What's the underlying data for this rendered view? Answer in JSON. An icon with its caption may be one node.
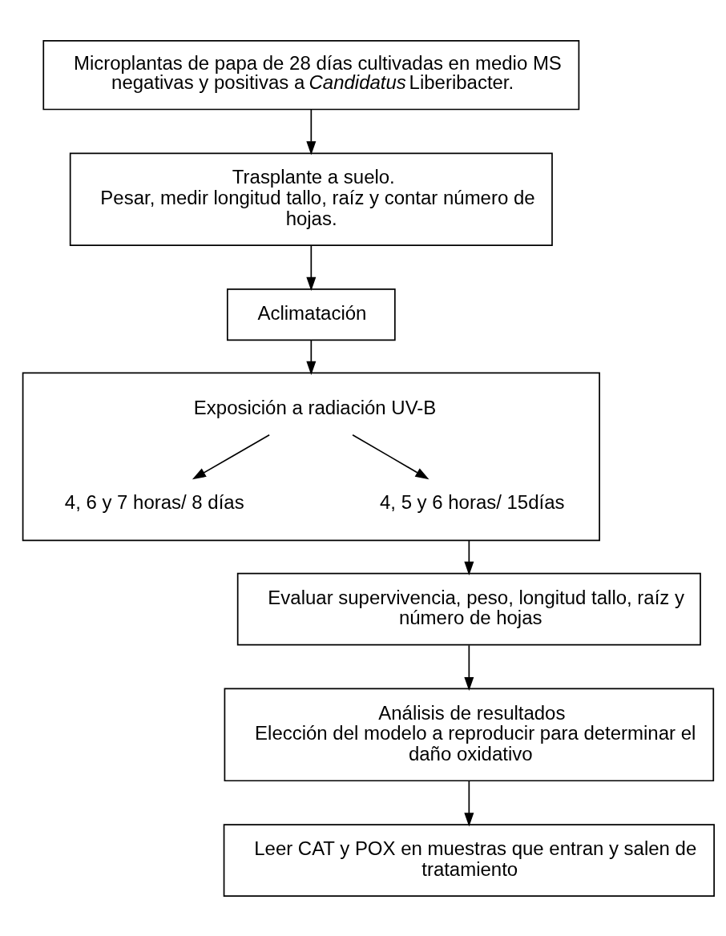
{
  "diagram": {
    "nodes": [
      {
        "text": [
          "Microplantas de papa de 28 días cultivadas en medio MS negativas y positivas a *Candidatus* Liberibacter."
        ]
      },
      {
        "text": [
          "Trasplante a suelo.",
          "Pesar, medir longitud tallo, raíz y contar número de hojas."
        ]
      },
      {
        "text": [
          "Aclimatación"
        ]
      },
      {
        "text": [],
        "shape": "box"
      },
      {
        "text": [
          "Exposición a radiación UV-B"
        ],
        "in": 3
      },
      {
        "text": [
          "4, 6 y 7 horas/ 8 días"
        ],
        "in": 3
      },
      {
        "text": [
          "4, 5 y 6 horas/ 15días"
        ],
        "in": 3
      },
      {
        "text": [
          "Evaluar supervivencia, peso, longitud tallo, raíz y número de hojas"
        ]
      },
      {
        "text": [
          "Análisis de resultados",
          "Elección del modelo a reproducir para determinar el daño oxidativo"
        ]
      },
      {
        "text": [
          "Leer CAT y POX en muestras que entran y salen de tratamiento"
        ]
      }
    ],
    "edges": [
      {
        "from": 0,
        "to": 1,
        "arrow": "to"
      },
      {
        "from": 1,
        "to": 2,
        "arrow": "to"
      },
      {
        "from": 2,
        "to": 3,
        "arrow": "to"
      },
      {
        "from": 4,
        "to": 5,
        "arrow": "to"
      },
      {
        "from": 4,
        "to": 6,
        "arrow": "to"
      },
      {
        "from": 3,
        "to": 7,
        "arrow": "to"
      },
      {
        "from": 7,
        "to": 8,
        "arrow": "to"
      },
      {
        "from": 8,
        "to": 9,
        "arrow": "to"
      }
    ]
  }
}
